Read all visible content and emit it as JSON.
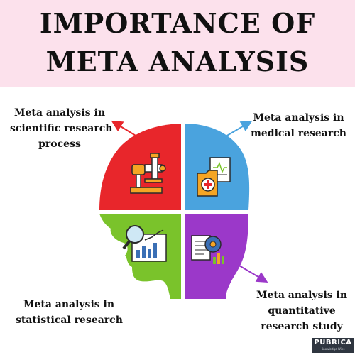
{
  "title": {
    "line1": "IMPORTANCE OF",
    "line2": "META ANALYSIS"
  },
  "quadrants": {
    "top_left": {
      "lines": [
        "Meta analysis in",
        "scientific research",
        "process"
      ],
      "color": "#e8262b",
      "icon": "microscope-icon"
    },
    "top_right": {
      "lines": [
        "Meta analysis in",
        "medical research"
      ],
      "color": "#4aa3de",
      "icon": "medical-folder-icon"
    },
    "bottom_left": {
      "lines": [
        "Meta analysis in",
        "statistical research"
      ],
      "color": "#7ac32b",
      "icon": "magnifier-chart-icon"
    },
    "bottom_right": {
      "lines": [
        "Meta analysis in",
        "quantitative",
        "research study"
      ],
      "color": "#9b38c9",
      "icon": "document-gear-icon"
    }
  },
  "logo": {
    "name": "PUBRICA",
    "tagline": "Knowledge Wins"
  },
  "colors": {
    "header_background": "#fce1ec",
    "text": "#111111"
  }
}
